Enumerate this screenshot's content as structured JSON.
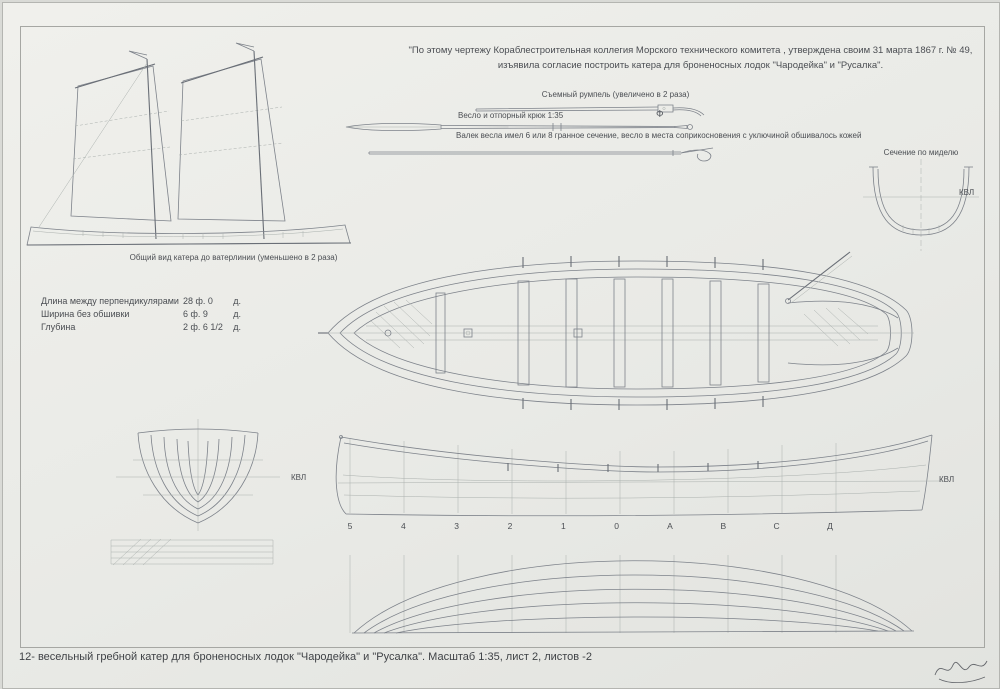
{
  "note": {
    "line1": "\"По этому чертежу Кораблестроительная коллегия Морского технического комитета , утверждена своим 31 марта 1867 г. № 49,",
    "line2": "изъявила согласие построить катера для броненосных лодок \"Чародейка\" и \"Русалка\"."
  },
  "sail_plan": {
    "caption": "Общий вид катера до ватерлинии (уменьшено в 2 раза)"
  },
  "details": {
    "tiller_label": "Съемный румпель (увеличено в 2 раза)",
    "oar_label": "Весло и отпорный крюк 1:35",
    "oar_note": "Валек весла имел 6 или 8 гранное сечение, весло в места соприкосновения с уключиной обшивалось кожей",
    "section_label": "Сечение по миделю",
    "kvl": "КВЛ"
  },
  "dimensions": {
    "rows": [
      {
        "label": "Длина между перпендикулярами",
        "value": "28 ф. 0",
        "unit": "д."
      },
      {
        "label": "Ширина без обшивки",
        "value": "6 ф. 9",
        "unit": "д."
      },
      {
        "label": "Глубина",
        "value": "2 ф. 6 1/2",
        "unit": "д."
      }
    ]
  },
  "body_plan": {
    "kvl": "КВЛ"
  },
  "sheer": {
    "stations": [
      "5",
      "4",
      "3",
      "2",
      "1",
      "0",
      "А",
      "В",
      "С",
      "Д"
    ],
    "kvl": "КВЛ"
  },
  "icons": {
    "oar_section_mark": "Ф"
  },
  "footer": {
    "title": "12- весельный гребной катер для броненосных лодок \"Чародейка\" и \"Русалка\". Масштаб 1:35, лист 2, листов -2"
  }
}
